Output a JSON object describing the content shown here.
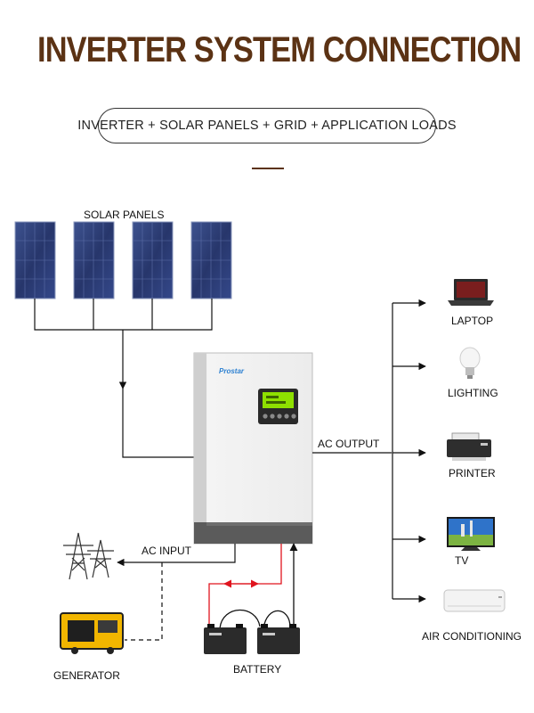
{
  "title": "INVERTER SYSTEM CONNECTION",
  "subtitle": "INVERTER + SOLAR PANELS + GRID + APPLICATION LOADS",
  "inverter": {
    "brand": "Prostar"
  },
  "labels": {
    "solar_panels": "SOLAR PANELS",
    "ac_output": "AC OUTPUT",
    "ac_input": "AC INPUT",
    "generator": "GENERATOR",
    "battery": "BATTERY"
  },
  "loads": [
    {
      "label": "LAPTOP",
      "icon": "laptop-icon"
    },
    {
      "label": "LIGHTING",
      "icon": "light-bulb-icon"
    },
    {
      "label": "PRINTER",
      "icon": "printer-icon"
    },
    {
      "label": "TV",
      "icon": "tv-icon"
    },
    {
      "label": "AIR CONDITIONING",
      "icon": "air-conditioner-icon"
    }
  ],
  "colors": {
    "title": "#5b3214",
    "battery_wire": "#e0141e",
    "panel": "#2e3f7a",
    "lcd": "#8ee000"
  }
}
